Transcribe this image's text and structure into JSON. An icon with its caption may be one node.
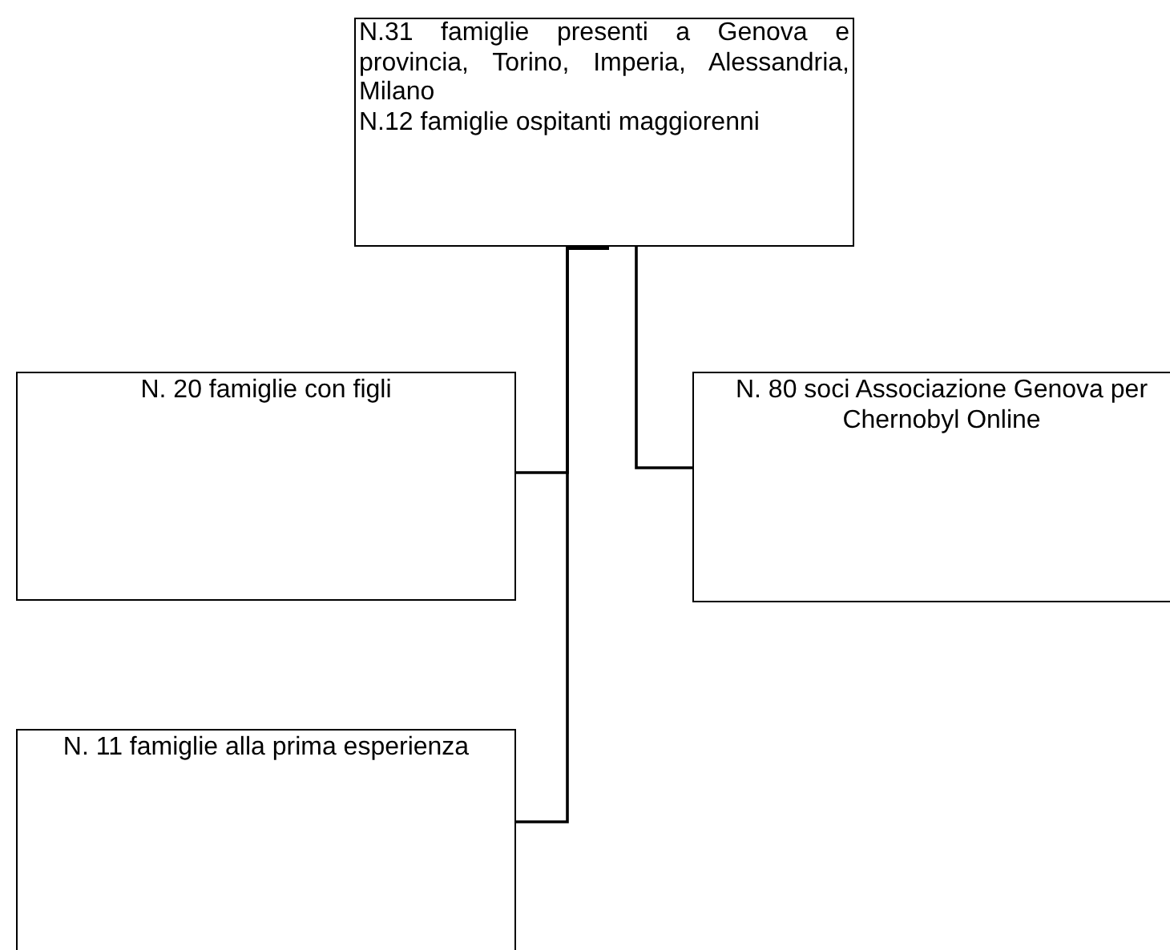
{
  "diagram": {
    "nodes": [
      {
        "text": [
          "N.31 famiglie presenti a Genova e provincia, Torino, Imperia, Alessandria, Milano",
          "N.12 famiglie ospitanti maggiorenni"
        ]
      },
      {
        "text": [
          "N. 20 famiglie con figli"
        ]
      },
      {
        "text": [
          "N. 80 soci Associazione Genova per Chernobyl Online"
        ]
      },
      {
        "text": [
          "N. 11 famiglie alla prima esperienza"
        ]
      }
    ],
    "edges": [
      {
        "from": 0,
        "to": 1,
        "arrow": "none"
      },
      {
        "from": 0,
        "to": 2,
        "arrow": "none"
      },
      {
        "from": 0,
        "to": 3,
        "arrow": "none"
      }
    ]
  }
}
